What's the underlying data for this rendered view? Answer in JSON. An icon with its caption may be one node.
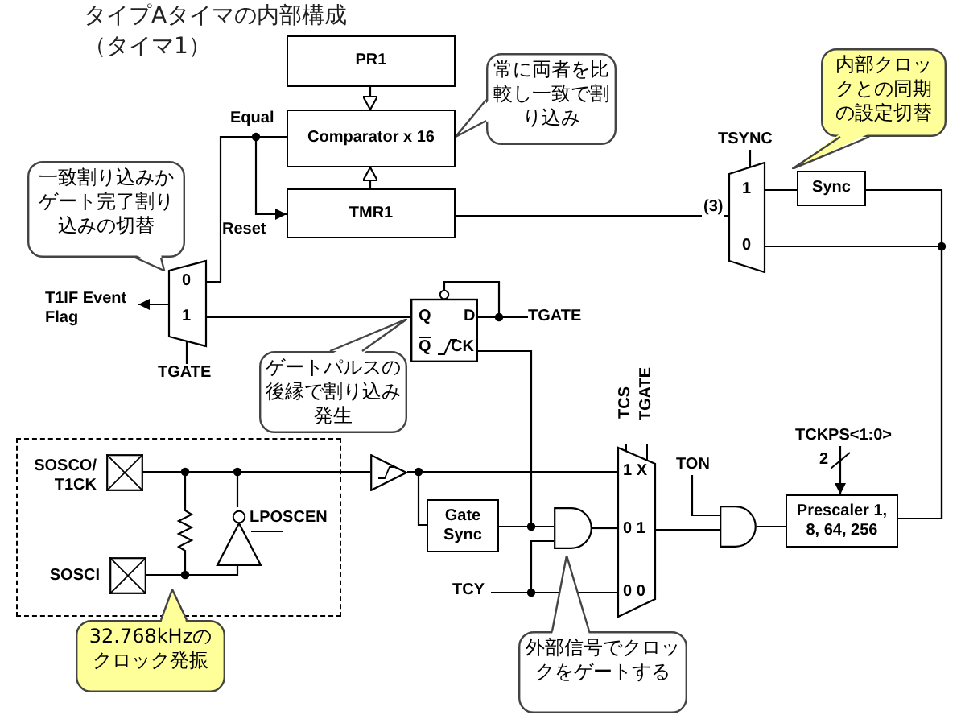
{
  "diagram": {
    "title": "タイプAタイマの内部構成（タイマ1）",
    "nodes": [
      {
        "text": [
          "PR1"
        ]
      },
      {
        "text": [
          "Comparator x 16"
        ]
      },
      {
        "text": [
          "TMR1"
        ]
      },
      {
        "text": [
          "常に両者を比較し一致で割り込み"
        ]
      },
      {
        "text": [
          "一致割り込みかゲート完了割り込みの切替"
        ]
      },
      {
        "text": [
          "0",
          "1"
        ]
      },
      {
        "text": [
          "T1IF Event Flag"
        ]
      },
      {
        "text": [
          "TGATE"
        ]
      },
      {
        "text": [
          "Q",
          "D",
          "Q",
          "CK"
        ]
      },
      {
        "text": [
          "TGATE"
        ]
      },
      {
        "text": [
          "ゲートパルスの後縁で割り込み発生"
        ]
      },
      {
        "text": [
          "TSYNC"
        ]
      },
      {
        "text": [
          "1",
          "0"
        ]
      },
      {
        "text": [
          "Sync"
        ]
      },
      {
        "text": [
          "内部クロックとの同期の設定切替"
        ]
      },
      {
        "text": [],
        "shape": "box"
      },
      {
        "text": [],
        "shape": "box",
        "in": 15,
        "beside": [
          "SOSCO/ T1CK"
        ]
      },
      {
        "text": [],
        "shape": "box",
        "in": 15,
        "beside": [
          "SOSCI"
        ]
      },
      {
        "text": [],
        "shape": "triangle",
        "in": 15
      },
      {
        "text": [],
        "shape": "triangle"
      },
      {
        "text": [
          "Gate Sync"
        ]
      },
      {
        "text": [],
        "shape": "gate"
      },
      {
        "text": [
          "1 X",
          "0 1",
          "0 0"
        ]
      },
      {
        "text": [
          "TCY"
        ]
      },
      {
        "text": [
          "TON"
        ]
      },
      {
        "text": [],
        "shape": "gate"
      },
      {
        "text": [
          "Prescaler 1, 8, 64, 256"
        ]
      },
      {
        "text": [
          "TCKPS<1:0>"
        ]
      },
      {
        "text": [
          "外部信号でクロックをゲートする"
        ]
      },
      {
        "text": [
          "32.768kHzのクロック発振"
        ]
      }
    ],
    "edges": [
      {
        "from": 0,
        "to": 1,
        "arrow": "to"
      },
      {
        "from": 2,
        "to": 1,
        "arrow": "to"
      },
      {
        "from": 1,
        "to": 5,
        "arrow": "none",
        "label": "Equal"
      },
      {
        "from": 1,
        "to": 2,
        "arrow": "to",
        "label": "Reset"
      },
      {
        "from": 5,
        "to": 6,
        "arrow": "to"
      },
      {
        "from": 7,
        "to": 5,
        "arrow": "none"
      },
      {
        "from": 8,
        "to": 5,
        "arrow": "none"
      },
      {
        "from": 9,
        "to": 8,
        "arrow": "none"
      },
      {
        "from": 20,
        "to": 8,
        "arrow": "none"
      },
      {
        "from": 11,
        "to": 12,
        "arrow": "none"
      },
      {
        "from": 12,
        "to": 2,
        "arrow": "none",
        "label": "(3)"
      },
      {
        "from": 13,
        "to": 12,
        "arrow": "none"
      },
      {
        "from": 26,
        "to": 13,
        "arrow": "none"
      },
      {
        "from": 26,
        "to": 12,
        "arrow": "none"
      },
      {
        "from": 16,
        "to": 19,
        "arrow": "none"
      },
      {
        "from": 19,
        "to": 22,
        "arrow": "none"
      },
      {
        "from": 19,
        "to": 20,
        "arrow": "none"
      },
      {
        "from": 20,
        "to": 21,
        "arrow": "none"
      },
      {
        "from": 23,
        "to": 22,
        "arrow": "none"
      },
      {
        "from": 23,
        "to": 21,
        "arrow": "none"
      },
      {
        "from": 21,
        "to": 22,
        "arrow": "none"
      },
      {
        "from": 22,
        "to": 25,
        "arrow": "none"
      },
      {
        "from": 24,
        "to": 25,
        "arrow": "none"
      },
      {
        "from": 25,
        "to": 26,
        "arrow": "none"
      },
      {
        "from": 27,
        "to": 26,
        "arrow": "to",
        "label": "2"
      },
      {
        "from": 17,
        "to": 16,
        "arrow": "none"
      },
      {
        "from": 17,
        "to": 18,
        "arrow": "none"
      },
      {
        "from": 18,
        "to": 16,
        "arrow": "none"
      }
    ],
    "labels": [
      "TCS",
      "TGATE",
      "LPOSCEN"
    ]
  }
}
